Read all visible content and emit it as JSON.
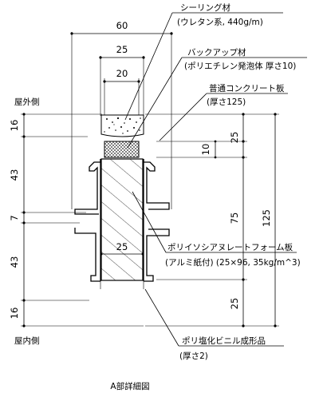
{
  "dimensions": {
    "top_width": "60",
    "sealant_width": "25",
    "backup_width": "20",
    "side_16_top": "16",
    "side_43_top": "43",
    "side_7": "7",
    "side_43_bottom": "43",
    "side_16_bottom": "16",
    "right_25_top": "25",
    "right_10": "10",
    "right_75": "75",
    "right_25_bottom": "25",
    "right_total": "125",
    "foam_width": "25"
  },
  "labels": {
    "outdoor": "屋外側",
    "indoor": "屋内側",
    "sealant_name": "シーリング材",
    "sealant_spec": "(ウレタン系, 440g/m)",
    "backup_name": "バックアップ材",
    "backup_spec": "(ポリエチレン発泡体 厚さ10)",
    "panel_name": "普通コンクリート板",
    "panel_spec": "(厚さ125)",
    "foam_name": "ポリイソシアヌレートフォーム板",
    "foam_spec": "(アルミ紙付) (25×96, 35kg/m^3)",
    "pvc_name": "ポリ塩化ビニル成形品",
    "pvc_spec": "(厚さ2)",
    "caption": "A部詳細図"
  }
}
